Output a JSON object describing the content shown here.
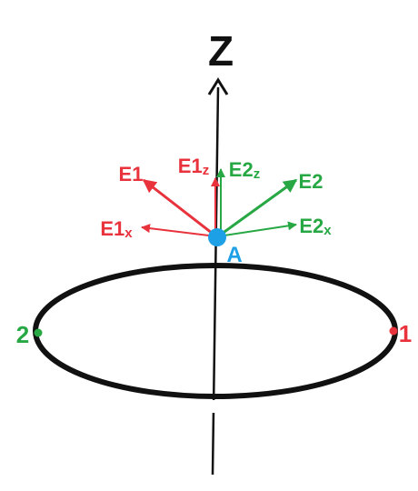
{
  "colors": {
    "e1": "#e8323c",
    "e2": "#27a844",
    "point_a": "#1ea0e6",
    "axis": "#111111",
    "ring": "#111111",
    "background": "#ffffff"
  },
  "labels": {
    "axis_z": "Z",
    "point_a": "A",
    "charge_1": "1",
    "charge_2": "2",
    "e1": {
      "main": "E1",
      "x_base": "E1",
      "x_sub": "x",
      "z_base": "E1",
      "z_sub": "z"
    },
    "e2": {
      "main": "E2",
      "x_base": "E2",
      "x_sub": "x",
      "z_base": "E2",
      "z_sub": "z"
    }
  }
}
